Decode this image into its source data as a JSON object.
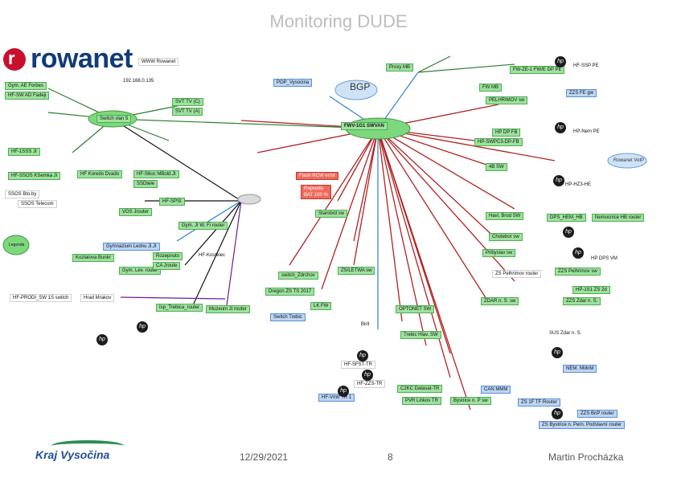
{
  "title": "Monitoring DUDE",
  "logo": {
    "letter": "r",
    "name": "rowanet"
  },
  "footer": {
    "date": "12/29/2021",
    "page": "8",
    "author": "Martin Procházka",
    "region_logo": "Kraj Vysočina"
  },
  "hubs": {
    "main": "FWV-1G1 SWVAN",
    "left": "Switch vlan 5",
    "bgp": "BGP"
  },
  "labels": {
    "www": "WWW Rowanet",
    "ip_addr": "192.168.0.135",
    "gym_ae": "Gym. AE Forbes",
    "hf_sw": "HF-SW AD Fadeji",
    "svt_tv": "SVT TV (C)",
    "tv_radio": "SVT TV (A)",
    "pop_vys": "POP_Vysocina",
    "fw_edge": "FW-ZE-1 FW/E DP PE",
    "proxy": "Proxy MB",
    "fwmb": "FW MB",
    "pelhrimov": "PELHRIMOV sw",
    "hp_dpe": "HP DP FB",
    "hf_pe": "HP-SWPC3-DP-FB",
    "lbs_sw": "4B SW",
    "hp_zhe": "HP-HZ3-HE",
    "zzs_fe": "ZZS FE gw",
    "rowanet_voip": "Rowanet VoIP",
    "flash_red": "Flash RCW error",
    "red2": "Rapsoda BAT 100 %",
    "hf_1s": "HF-1SSS JI",
    "hf_ssos": "HF-SSOS KSemka JI",
    "ssos_bbr": "SSOS Bto.by",
    "ssos_tel": "SSOS Telecom",
    "hf_kozel": "HF Koredo Dvado",
    "hf_s6oc": "HF-S6oc MBold.JI",
    "ssd": "SSDtele",
    "vos": "VOS Jrouter",
    "hf_grp": "HF-SPSI",
    "gym_ji": "Gym. JI W. Fi router",
    "gym_lev": "Gym. Lev. router",
    "gymn_ledn": "Gymnazium Lednu Ji.JI",
    "kozlo": "Kozlatova Bunkr",
    "ca": "CA Jroute",
    "rozepnuto": "Rozepnuto",
    "hf_kostelec": "HF-Kostelec",
    "svitchzd": "switch_Zdrchov",
    "dregon": "Dregon ZS TS 2017",
    "zs_sw": "ZS/LETWA sw",
    "lk_fw": "LK FW",
    "hf_prod": "HF-PRODI_SW 1S switch",
    "hrad": "Hrad Mrakov",
    "isp": "Isp_Trebica_router",
    "muzeum": "Muzeum JI router",
    "optonet": "OPTONET SW",
    "switch_trebic": "Switch Trebic",
    "trebic_sw": "Trebic Hlav. SW",
    "hf_sfst": "HF-SFST-TR",
    "hf_zzs": "HF-ZZS-TR",
    "c2kc": "C2KC Datasat-TR",
    "pvr": "PVR Linkov TR",
    "hf_vmtr": "HF-Vmtr TR 1",
    "bystrice": "Bystrice n. P sw",
    "zs_gw": "ZS 1F TF Router",
    "zzs_bn": "ZZS BnP router",
    "zs_bystrice": "ZS Bystrice n. Pern. Podstavní router",
    "can_mmm": "CAN MMM",
    "nem_nmnm": "NEM. NMnM",
    "zdar": "ZDAR n. S. sw",
    "zzs_zd": "ZZS Zdar n. S.",
    "sus_zd": "SUS Zdar n. S.",
    "hp_1s": "HP-1S1 ZS 2d",
    "zzs_pe": "ZZS Pelhrimov sw",
    "zs_pelh": "ZS Pelhrimov router",
    "prib": "Pribyslav sw",
    "hp_dps": "HP DPS VM",
    "chotebor": "Chotebor sw",
    "hf_ssp": "HF-SSP PE",
    "hf_nem": "HP-Nem PE",
    "dps_hem": "DPS_HEM_HB",
    "nemocnice": "Nemocnice HB router",
    "havl": "Havl. Brod SW",
    "starobrd": "Starobrd sw",
    "bj_sw": "Birit",
    "legend": "Legenda"
  }
}
